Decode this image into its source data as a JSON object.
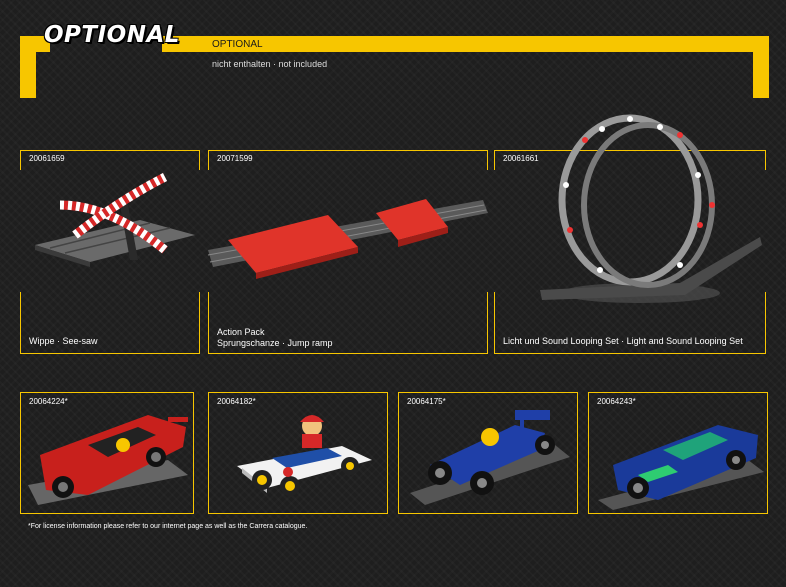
{
  "header": {
    "title": "OPTIONAL",
    "optional": "OPTIONAL",
    "sub": "nicht enthalten · not included"
  },
  "accessories": [
    {
      "code": "20061659",
      "label1": "Wippe · See-saw",
      "label2": ""
    },
    {
      "code": "20071599",
      "label1": "Action Pack",
      "label2": "Sprungschanze · Jump ramp"
    },
    {
      "code": "20061661",
      "label1": "Licht und Sound Looping Set · Light and Sound Looping Set",
      "label2": ""
    }
  ],
  "cars": [
    {
      "code": "20064224*",
      "color": "#c8201c"
    },
    {
      "code": "20064182*",
      "color": "#ffffff"
    },
    {
      "code": "20064175*",
      "color": "#1f3fa8"
    },
    {
      "code": "20064243*",
      "color": "#1a3a9a"
    }
  ],
  "footnote": "*For license information please refer to our internet page as well as the Carrera catalogue.",
  "colors": {
    "accent": "#f7c600",
    "background": "#1e1e1e"
  }
}
